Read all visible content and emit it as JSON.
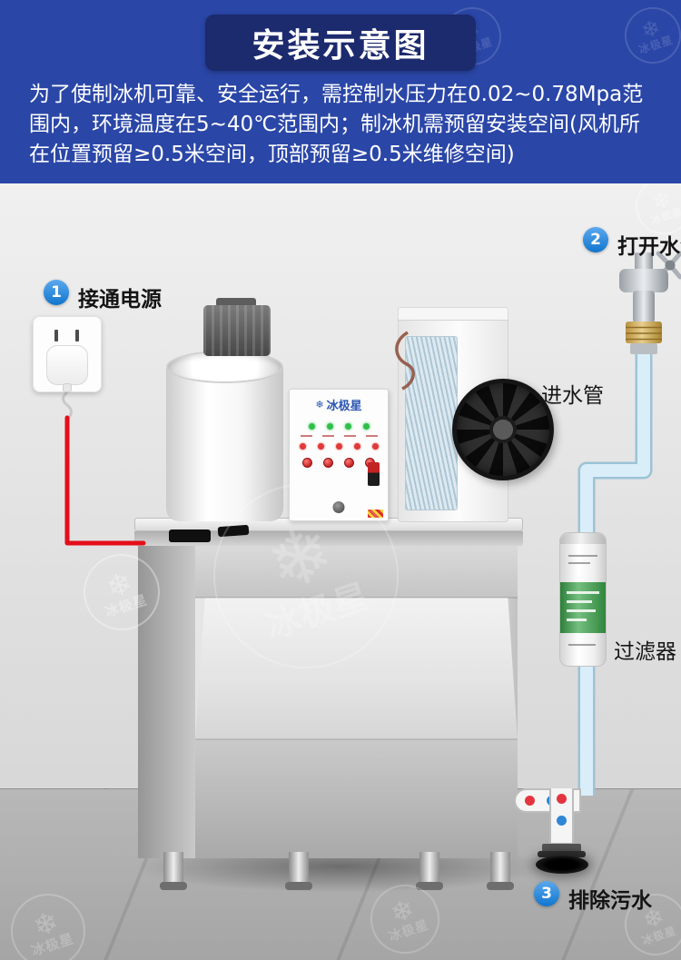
{
  "header": {
    "title": "安装示意图",
    "description": "为了使制冰机可靠、安全运行，需控制水压力在0.02~0.78Mpa范围内，环境温度在5~40℃范围内；制冰机需预留安装空间(风机所在位置预留≥0.5米空间，顶部预留≥0.5米维修空间)"
  },
  "steps": [
    {
      "number": "1",
      "label": "接通电源"
    },
    {
      "number": "2",
      "label": "打开水源"
    },
    {
      "number": "3",
      "label": "排除污水"
    }
  ],
  "annotations": {
    "inlet_pipe": "进水管",
    "filter": "过滤器"
  },
  "brand": {
    "name": "冰极星",
    "icon": "❄"
  },
  "colors": {
    "header_bg": "#2a46a7",
    "banner_bg": "#1c2a6e",
    "badge_blue": "#1383e6",
    "cord_red": "#e30e1a",
    "pipe_fill": "#d9eef9",
    "pipe_edge": "#9cc3d6",
    "filter_green": "#3aa34a",
    "wall_top": "#f0f0f0",
    "wall_bottom": "#d7d7d7",
    "floor": "#a5a5a5"
  }
}
